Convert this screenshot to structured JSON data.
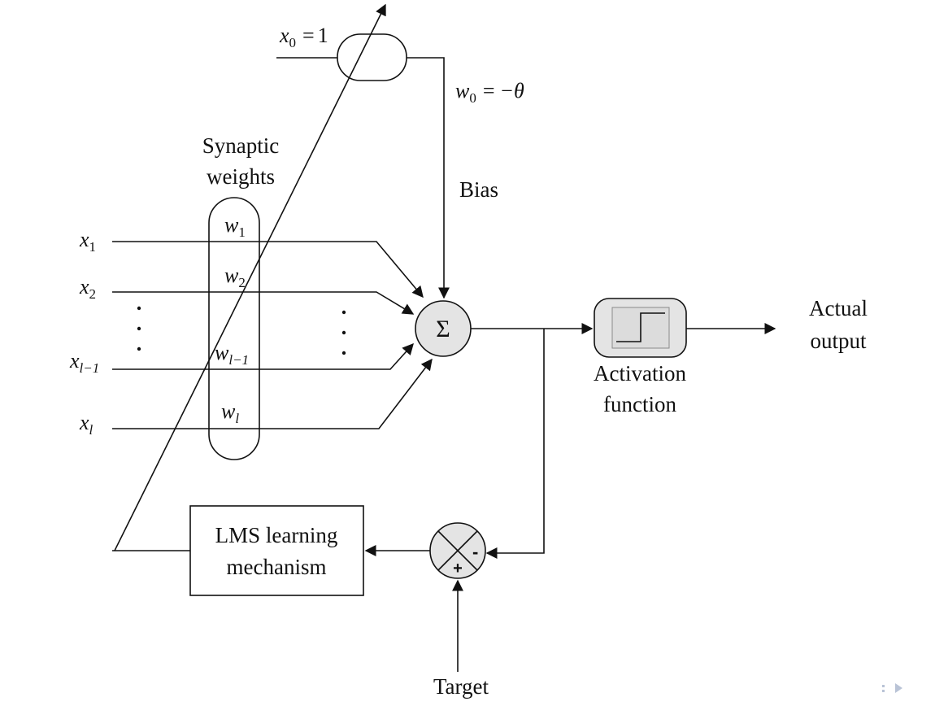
{
  "bias_input": {
    "symbol": "x",
    "subscript": "0",
    "value": "1"
  },
  "bias_weight": {
    "symbol": "w",
    "subscript": "0",
    "value": "−θ"
  },
  "labels": {
    "synaptic_line1": "Synaptic",
    "synaptic_line2": "weights",
    "bias": "Bias",
    "activation_line1": "Activation",
    "activation_line2": "function",
    "output_line1": "Actual",
    "output_line2": "output",
    "lms_line1": "LMS learning",
    "lms_line2": "mechanism",
    "target": "Target"
  },
  "inputs": [
    {
      "symbol": "x",
      "subscript": "1"
    },
    {
      "symbol": "x",
      "subscript": "2"
    },
    {
      "symbol": "x",
      "subscript": "l−1"
    },
    {
      "symbol": "x",
      "subscript": "l"
    }
  ],
  "weights": [
    {
      "symbol": "w",
      "subscript": "1"
    },
    {
      "symbol": "w",
      "subscript": "2"
    },
    {
      "symbol": "w",
      "subscript": "l−1"
    },
    {
      "symbol": "w",
      "subscript": "l"
    }
  ],
  "summation_symbol": "Σ",
  "error_signs": {
    "minus": "-",
    "plus": "+"
  },
  "colors": {
    "node_fill": "#e4e4e4",
    "stroke": "#111111",
    "nav": "#b9c3d6"
  }
}
